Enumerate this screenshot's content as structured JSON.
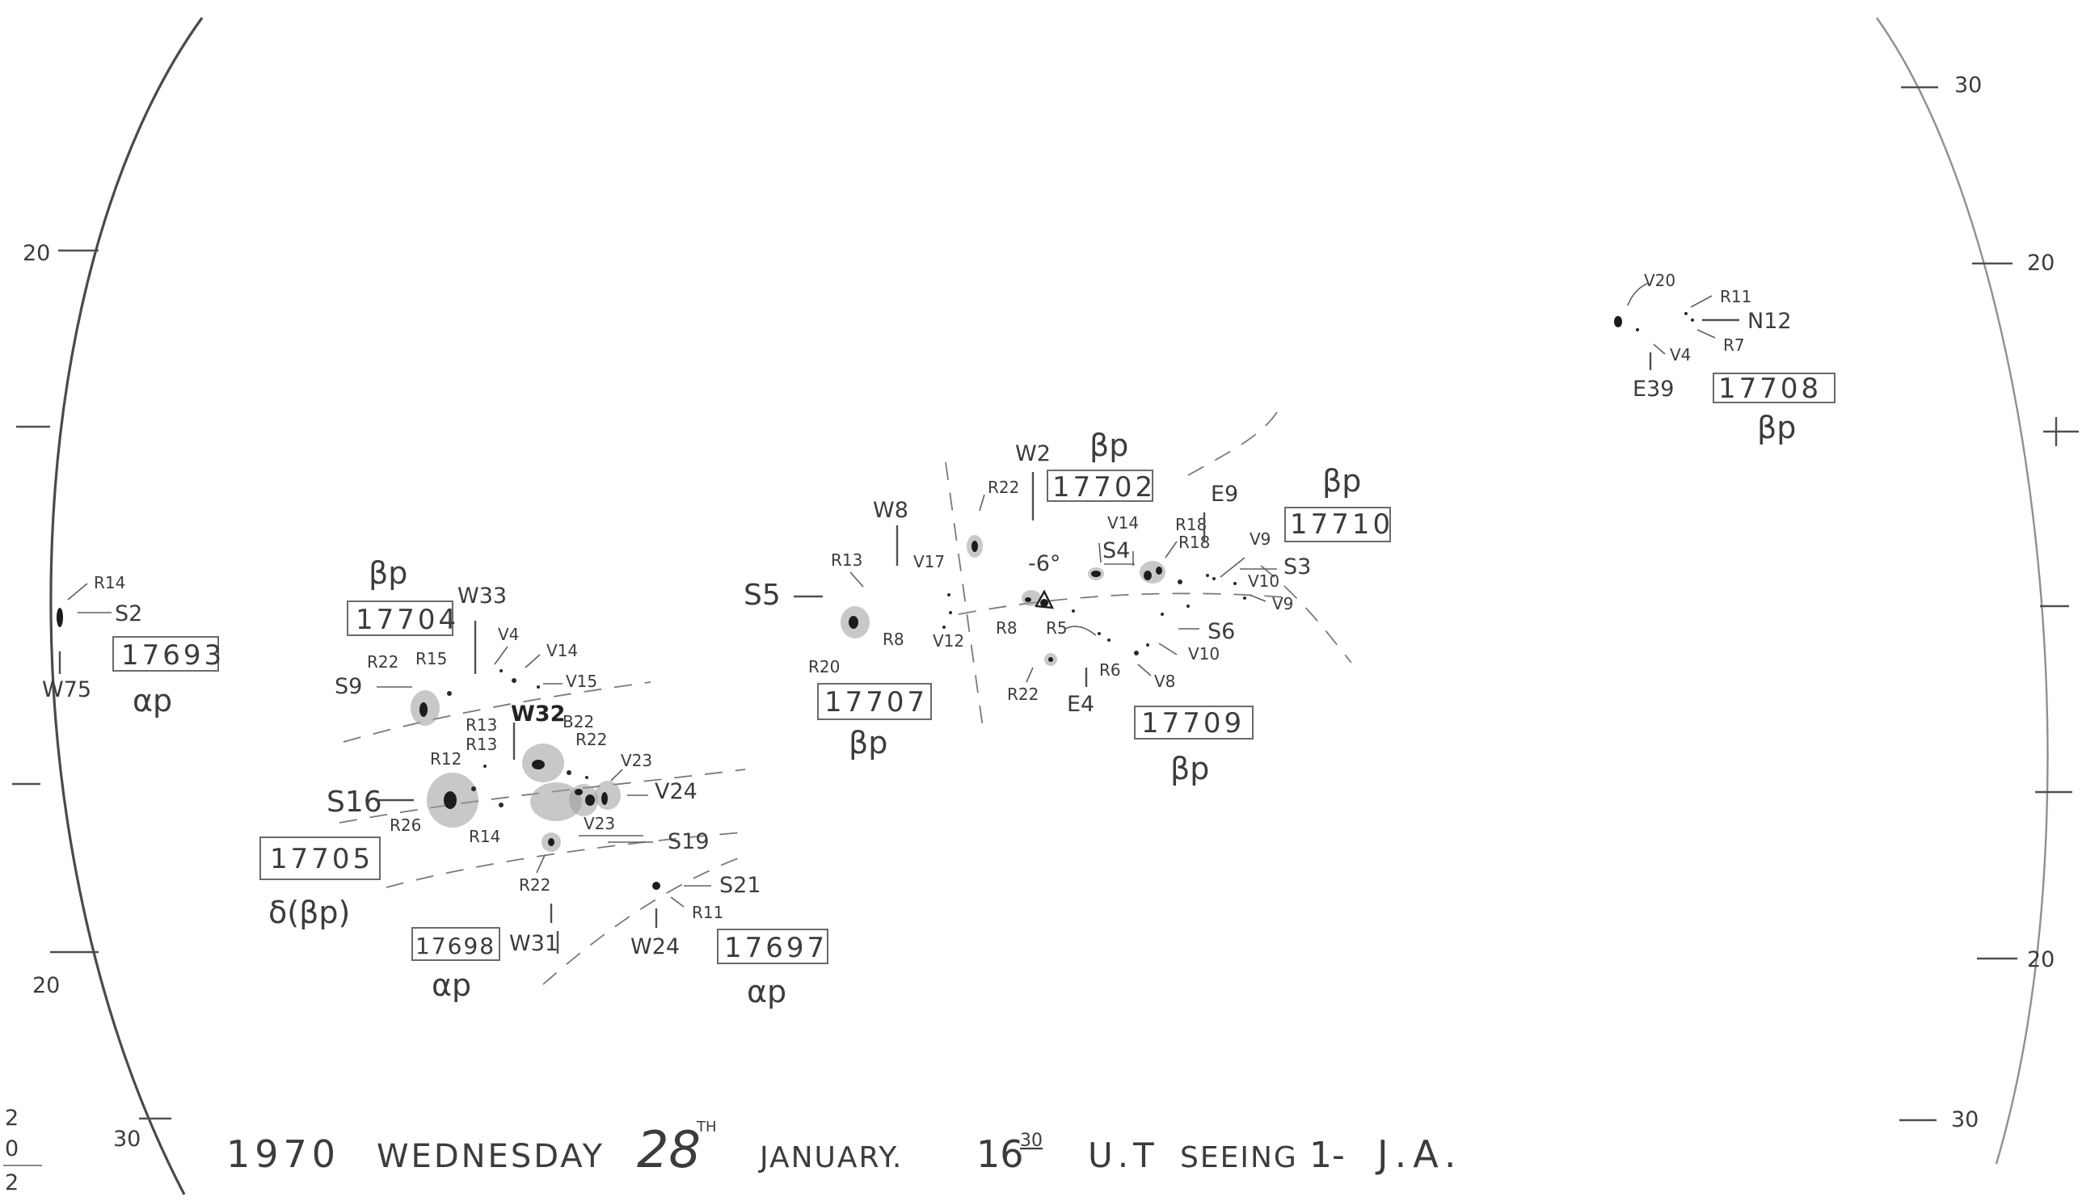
{
  "title": {
    "year": "1970",
    "weekday": "WEDNESDAY",
    "day": "28",
    "day_suffix": "TH",
    "month": "JANUARY.",
    "time_hours": "16",
    "time_minutes": "30",
    "time_zone": "U.T",
    "seeing_label": "SEEING",
    "seeing_value": "1-",
    "observer": "J.A."
  },
  "scale": {
    "left": {
      "a": "20",
      "b": "20",
      "c": "30"
    },
    "right": {
      "a": "30",
      "b": "20",
      "c": "20",
      "d": "30"
    },
    "corner": {
      "a": "2",
      "b": "0",
      "c": "2"
    }
  },
  "groups": {
    "g17693": {
      "number": "17693",
      "class": "αp",
      "labels": {
        "r14": "R14",
        "s2": "S2",
        "w75": "W75"
      }
    },
    "g17704": {
      "number": "17704",
      "class": "βp",
      "labels": {
        "w33": "W33",
        "r22": "R22",
        "r15": "R15",
        "s9": "S9",
        "v4": "V4",
        "v14": "V14",
        "v15": "V15"
      }
    },
    "g17705": {
      "number": "17705",
      "class": "δ(βp)",
      "labels": {
        "s16": "S16",
        "r12": "R12",
        "r13a": "R13",
        "r13b": "R13",
        "r26": "R26",
        "r14": "R14",
        "w32": "W32"
      }
    },
    "g17698": {
      "number": "17698",
      "class": "αp",
      "labels": {
        "w31": "W31",
        "r22": "R22",
        "b22": "B22",
        "r22b": "R22",
        "v23": "V23",
        "v24": "V24",
        "v23b": "V23",
        "s19": "S19"
      }
    },
    "g17697": {
      "number": "17697",
      "class": "αp",
      "labels": {
        "w24": "W24",
        "s21": "S21",
        "r11": "R11"
      }
    },
    "g17707": {
      "number": "17707",
      "class": "βp",
      "labels": {
        "s5": "S5",
        "w8": "W8",
        "r13": "R13",
        "v17": "V17",
        "r8": "R8",
        "r20": "R20",
        "v12": "V12"
      }
    },
    "g17702": {
      "number": "17702",
      "class": "βp",
      "labels": {
        "w2": "W2",
        "r22": "R22",
        "r8": "R8",
        "r5": "R5",
        "r22b": "R22",
        "e4": "E4",
        "r6": "R6",
        "v8": "V8",
        "deg": "-6°"
      }
    },
    "g17709": {
      "number": "17709",
      "class": "βp",
      "labels": {
        "s6": "S6",
        "v10": "V10",
        "v14": "V14",
        "s4": "S4",
        "r18a": "R18",
        "r18b": "R18"
      }
    },
    "g17710": {
      "number": "17710",
      "class": "βp",
      "labels": {
        "e9": "E9",
        "v9a": "V9",
        "v10": "V10",
        "s3": "S3",
        "v9b": "V9"
      }
    },
    "g17708": {
      "number": "17708",
      "class": "βp",
      "labels": {
        "v20": "V20",
        "r11": "R11",
        "n12": "N12",
        "r7": "R7",
        "v4": "V4",
        "e39": "E39"
      }
    }
  }
}
